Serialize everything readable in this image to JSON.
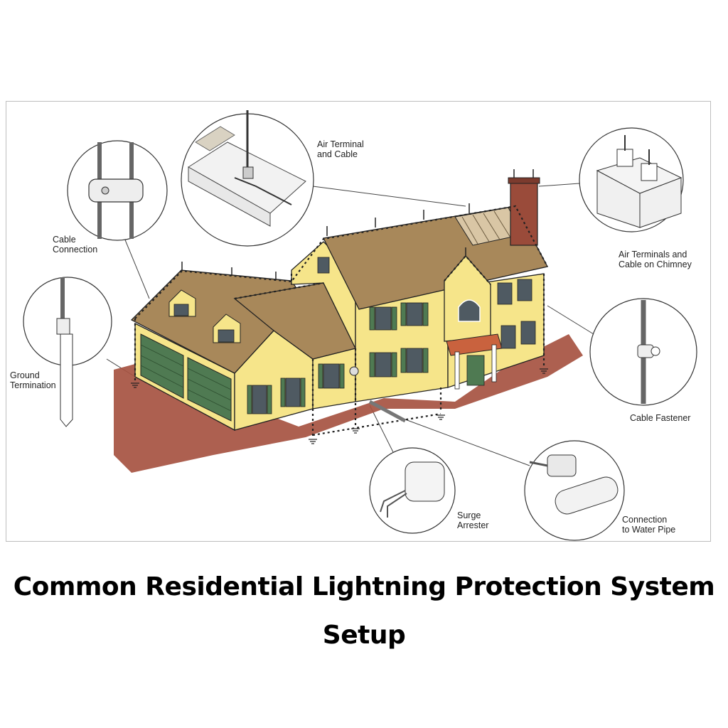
{
  "labels": {
    "air_terminal_cable": "Air Terminal\nand Cable",
    "cable_connection": "Cable\nConnection",
    "ground_termination": "Ground\nTermination",
    "air_terminals_chimney": "Air Terminals and\nCable on Chimney",
    "cable_fastener": "Cable Fastener",
    "surge_arrester": "Surge\nArrester",
    "connection_water_pipe": "Connection\nto Water Pipe"
  },
  "caption": {
    "line1": "Common Residential Lightning Protection System",
    "line2": "Setup"
  },
  "colors": {
    "wall": "#f6e58a",
    "roof": "#a8885a",
    "ground": "#a65241",
    "door": "#4f7a52",
    "chimney": "#9a4b3a",
    "cable": "#333333"
  }
}
